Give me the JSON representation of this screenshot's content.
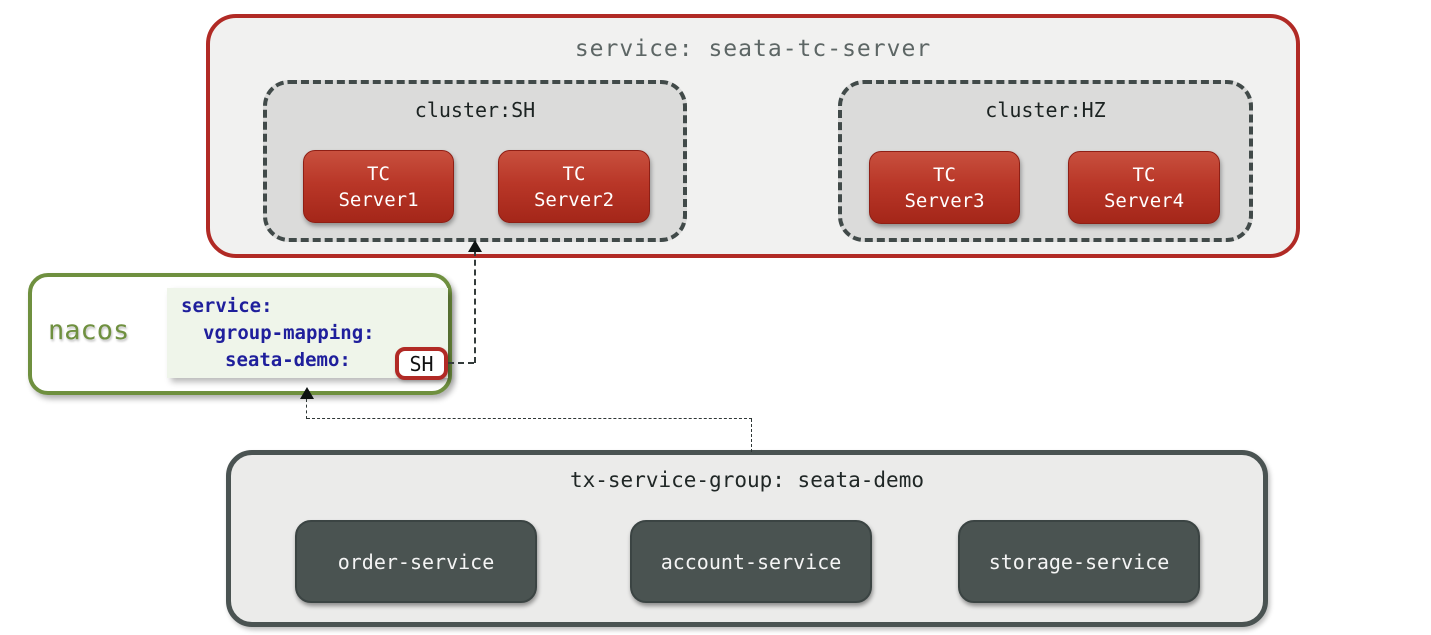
{
  "colors": {
    "red_border": "#b12a25",
    "red_node_top": "#c8503e",
    "red_node_bottom": "#a42619",
    "olive_green": "#6f903f",
    "navy_config_text": "#1f1f9c",
    "slate_dark": "#4a5352",
    "container_gray": "#f1f1f0",
    "cluster_gray": "#dbdbda",
    "config_panel_green": "#eff5ea"
  },
  "tc": {
    "title": "service: seata-tc-server",
    "clusters": [
      {
        "label": "cluster:SH",
        "servers": [
          {
            "line1": "TC",
            "line2": "Server1"
          },
          {
            "line1": "TC",
            "line2": "Server2"
          }
        ]
      },
      {
        "label": "cluster:HZ",
        "servers": [
          {
            "line1": "TC",
            "line2": "Server3"
          },
          {
            "line1": "TC",
            "line2": "Server4"
          }
        ]
      }
    ]
  },
  "nacos": {
    "label": "nacos",
    "config": {
      "line1": "service:",
      "line2": "vgroup-mapping:",
      "line3_key": "seata-demo:",
      "line3_value": "SH"
    }
  },
  "tx": {
    "title": "tx-service-group: seata-demo",
    "services": [
      {
        "label": "order-service"
      },
      {
        "label": "account-service"
      },
      {
        "label": "storage-service"
      }
    ]
  }
}
